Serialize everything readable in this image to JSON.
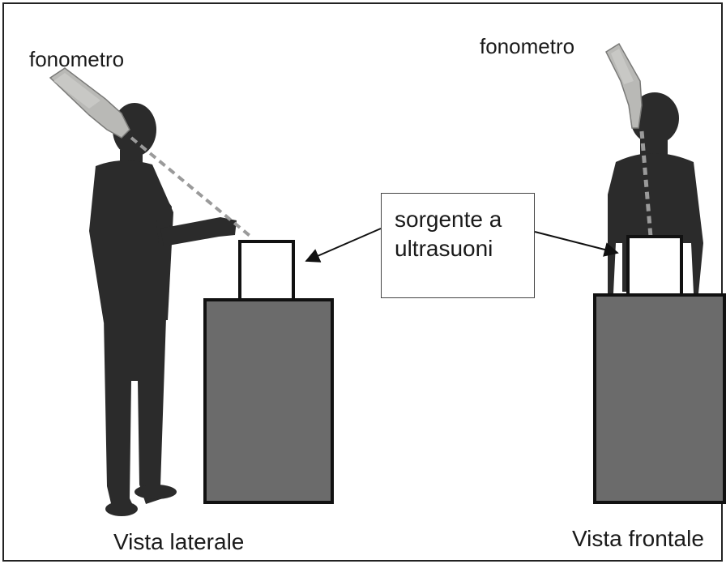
{
  "labels": {
    "meter_left": "fonometro",
    "meter_right": "fonometro",
    "source_line1": "sorgente a",
    "source_line2": "ultrasuoni",
    "side_view": "Vista laterale",
    "front_view": "Vista frontale"
  },
  "colors": {
    "silhouette": "#2b2b2b",
    "cabinet_fill": "#6b6b6b",
    "source_box_fill": "#ffffff",
    "meter_fill": "#b9b9b6",
    "dotted_path": "#9a9a9a",
    "frame": "#222222"
  }
}
